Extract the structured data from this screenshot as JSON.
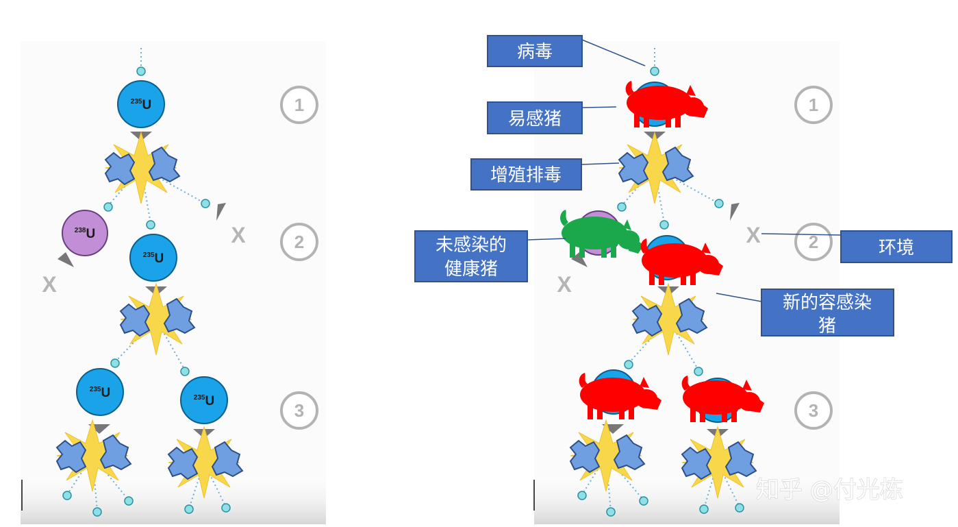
{
  "left_diagram": {
    "nuclei": {
      "u235": {
        "mass": "235",
        "symbol": "U"
      },
      "u238": {
        "mass": "238",
        "symbol": "U"
      }
    },
    "steps": [
      "1",
      "2",
      "3"
    ],
    "lost_mark": "X"
  },
  "right_diagram": {
    "labels": {
      "virus": "病毒",
      "susceptible_pig": "易感猪",
      "replicate_shed": "增殖排毒",
      "uninfected_line1": "未感染的",
      "uninfected_line2": "健康猪",
      "environment": "环境",
      "new_susceptible_line1": "新的容感染",
      "new_susceptible_line2": "猪"
    },
    "steps": [
      "1",
      "2",
      "3"
    ],
    "lost_mark": "X"
  },
  "watermark": "知乎 @付光栋",
  "colors": {
    "label_box": "#4472c4",
    "label_border": "#2f528f",
    "infected_pig": "#ff0000",
    "healthy_pig": "#1aa84a",
    "u235": "#1aa3e8",
    "u238": "#c28fd6",
    "neutron": "#8fe0e6",
    "burst": "#f8d84a",
    "fragment": "#6f9fe0"
  }
}
